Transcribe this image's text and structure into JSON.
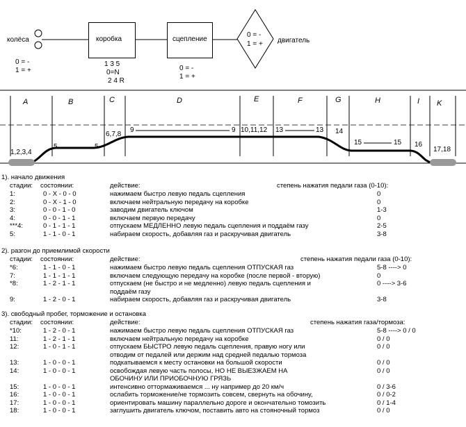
{
  "top_diagram": {
    "wheels_label": "колёса",
    "wheels_states": [
      "0 = -",
      "1 = +"
    ],
    "gearbox_label": "коробка",
    "gearbox_codes": [
      "1 3 5",
      "0=N",
      "2 4 R"
    ],
    "clutch_label": "сцепление",
    "clutch_states": [
      "0 = -",
      "1 = +"
    ],
    "engine_states": [
      "0 = -",
      "1 = +"
    ],
    "engine_label": "двигатель"
  },
  "profile": {
    "section_letters": [
      "A",
      "B",
      "C",
      "D",
      "E",
      "F",
      "G",
      "H",
      "I",
      "K"
    ],
    "stage_labels": [
      "1,2,3,4",
      "5",
      "5",
      "6,7,8",
      "9",
      "9",
      "10,11,12",
      "13",
      "13",
      "14",
      "15",
      "15",
      "16",
      "17,18"
    ]
  },
  "sections": [
    {
      "title": "1). начало движения",
      "header": {
        "stages": "стадии:",
        "states": "состоянии:",
        "action": "действие:",
        "degree": "степень нажатия педали газа (0-10):"
      },
      "rows": [
        {
          "stage": "1:",
          "state": "0 - X - 0 - 0",
          "action": [
            "нажимаем быстро левую педаль сцепления"
          ],
          "degree": "0"
        },
        {
          "stage": "2:",
          "state": "0 - X - 1 - 0",
          "action": [
            "включаем нейтральную передачу на коробке"
          ],
          "degree": "0"
        },
        {
          "stage": "3:",
          "state": "0 - 0 - 1 - 0",
          "action": [
            "заводим двигатель ключом"
          ],
          "degree": "1-3"
        },
        {
          "stage": "4:",
          "state": "0 - 0 - 1 - 1",
          "action": [
            "включаем первую передачу"
          ],
          "degree": "0"
        },
        {
          "stage": "***4:",
          "state": "0 - 1 - 1 - 1",
          "action": [
            "отпускаем МЕДЛЕННО левую педаль сцепления и поддаём газу"
          ],
          "degree": "2-5"
        },
        {
          "stage": "5:",
          "state": "1 - 1 - 0 - 1",
          "action": [
            "набираем скорость, добавляя газ и раскручивая двигатель"
          ],
          "degree": "3-8"
        }
      ]
    },
    {
      "title": "2). разгон до приемлимой скорости",
      "header": {
        "stages": "стадии:",
        "states": "состоянии:",
        "action": "действие:",
        "degree": "степень нажатия педали газа (0-10):"
      },
      "rows": [
        {
          "stage": "*6:",
          "state": "1 - 1 - 0 - 1",
          "action": [
            "нажимаем быстро левую педаль сцепления ОТПУСКАЯ газ"
          ],
          "degree": "5-8 ----> 0"
        },
        {
          "stage": "7:",
          "state": "1 - 1 - 1 - 1",
          "action": [
            "включаем следующую передачу на коробке (после первой - вторую)"
          ],
          "degree": "0"
        },
        {
          "stage": "*8:",
          "state": "1 - 2 - 1 - 1",
          "action": [
            "отпускаем (не быстро и не медленно) левую педаль сцепления и",
            "поддаём газу"
          ],
          "degree": "0       ----> 3-6"
        },
        {
          "stage": "9:",
          "state": "1 - 2 - 0 - 1",
          "action": [
            "набираем скорость, добавляя газ и раскручивая двигатель"
          ],
          "degree": "3-8"
        }
      ]
    },
    {
      "title": "3). свободный пробег, торможение и остановка",
      "header": {
        "stages": "стадии:",
        "states": "состоянии:",
        "action": "действие:",
        "degree": "степень нажатия газа/тормоза:"
      },
      "rows": [
        {
          "stage": "*10:",
          "state": "1 - 2 - 0 - 1",
          "action": [
            "нажимаем быстро левую педаль сцепления ОТПУСКАЯ газ"
          ],
          "degree": "5-8 ----> 0   /   0"
        },
        {
          "stage": "11:",
          "state": "1 - 2 - 1 - 1",
          "action": [
            "включаем нейтральную передачу на коробке"
          ],
          "degree": "0   /   0"
        },
        {
          "stage": "12:",
          "state": "1 - 0 - 1 - 1",
          "action": [
            "отпускаем БЫСТРО левую педаль сцепления, правую ногу или",
            "отводим от педалей или держим над средней педалью тормоза"
          ],
          "degree": "0   /   0"
        },
        {
          "stage": "13:",
          "state": "1 - 0 - 0 - 1",
          "action": [
            "подкатываемся к месту остановки на большой скорости"
          ],
          "degree": "0   /   0"
        },
        {
          "stage": "14:",
          "state": "1 - 0 - 0 - 1",
          "action": [
            "освобождая левую часть полосы, НО НЕ ВЫЕЗЖАЕМ НА",
            "ОБОЧИНУ ИЛИ ПРИОБОЧНУЮ ГРЯЗЬ"
          ],
          "degree": "0   /   0"
        },
        {
          "stage": "15:",
          "state": "1 - 0 - 0 - 1",
          "action": [
            "интенсивно оттормаживаемся ... ну например до 20 км/ч"
          ],
          "degree": "0   /   3-6"
        },
        {
          "stage": "16:",
          "state": "1 - 0 - 0 - 1",
          "action": [
            "ослабить торможение/не тормозить совсем, свернуть на обочину,"
          ],
          "degree": "0   /   0-2"
        },
        {
          "stage": "17:",
          "state": "1 - 0 - 0 - 1",
          "action": [
            "ориентировать машину параллельно дороге и окончательно томозить"
          ],
          "degree": "0   /   1-4"
        },
        {
          "stage": "18:",
          "state": "1 - 0 - 0 - 1",
          "action": [
            "заглушить двигатель ключом, поставить авто на стояночный тормоз"
          ],
          "degree": "0   /   0"
        }
      ]
    }
  ]
}
